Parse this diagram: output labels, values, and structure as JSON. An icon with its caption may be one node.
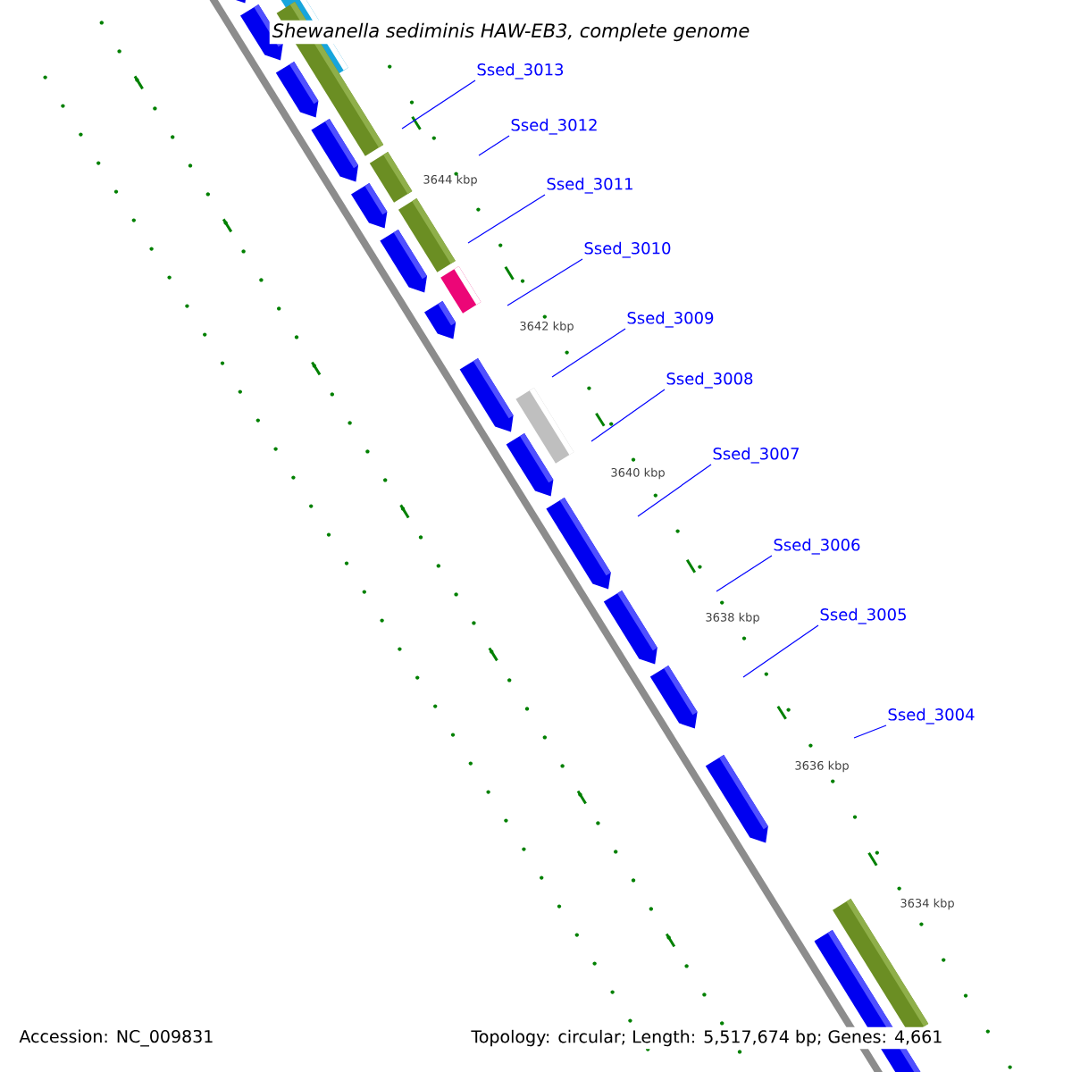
{
  "diagram": {
    "title": "Shewanella sediminis HAW-EB3, complete genome",
    "nodes": [
      {
        "text": [
          "Ssed_3013"
        ]
      },
      {
        "text": [
          "Ssed_3012"
        ]
      },
      {
        "text": [
          "Ssed_3011"
        ]
      },
      {
        "text": [
          "Ssed_3010"
        ]
      },
      {
        "text": [
          "Ssed_3009"
        ]
      },
      {
        "text": [
          "Ssed_3008"
        ]
      },
      {
        "text": [
          "Ssed_3007"
        ]
      },
      {
        "text": [
          "Ssed_3006"
        ]
      },
      {
        "text": [
          "Ssed_3005"
        ]
      },
      {
        "text": [
          "Ssed_3004"
        ]
      }
    ],
    "edges": [
      {
        "from": 0,
        "to": null,
        "arrow": "none"
      },
      {
        "from": 1,
        "to": null,
        "arrow": "none"
      },
      {
        "from": 2,
        "to": null,
        "arrow": "none"
      },
      {
        "from": 3,
        "to": null,
        "arrow": "none"
      },
      {
        "from": 4,
        "to": null,
        "arrow": "none"
      },
      {
        "from": 5,
        "to": null,
        "arrow": "none"
      },
      {
        "from": 6,
        "to": null,
        "arrow": "none"
      },
      {
        "from": 7,
        "to": null,
        "arrow": "none"
      },
      {
        "from": 8,
        "to": null,
        "arrow": "none"
      },
      {
        "from": 9,
        "to": null,
        "arrow": "none"
      }
    ],
    "labels": [
      "3644 kbp",
      "3642 kbp",
      "3640 kbp",
      "3638 kbp",
      "3636 kbp",
      "3634 kbp",
      "Accession: NC_009831",
      "Topology: circular; Length: 5,517,674 bp; Genes: 4,661"
    ]
  }
}
